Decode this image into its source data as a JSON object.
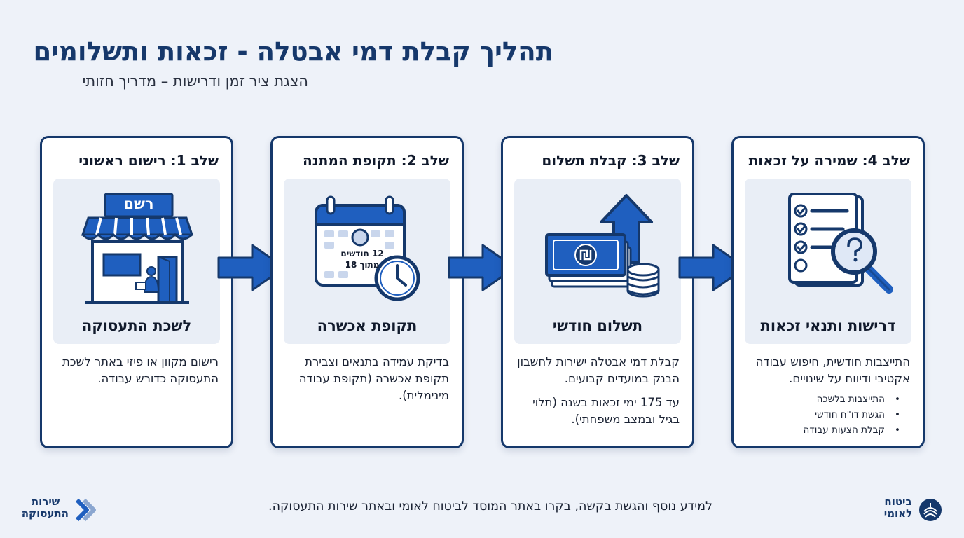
{
  "header": {
    "title": "תהליך קבלת דמי אבטלה - זכאות ותשלומים",
    "subtitle": "הצגת ציר זמן ודרישות – מדריך חזותי"
  },
  "steps": [
    {
      "title": "שלב 1: רישום ראשוני",
      "icon_text": "רשם",
      "label": "לשכת התעסוקה",
      "desc": [
        "רישום מקוון או פיזי באתר לשכת התעסוקה כדורש עבודה."
      ]
    },
    {
      "title": "שלב 2: תקופת המתנה",
      "icon_text_1": "12 חודשים",
      "icon_text_2": "מתוך 18",
      "label": "תקופת אכשרה",
      "desc": [
        "בדיקת עמידה בתנאים וצבירת תקופת אכשרה (תקופת עבודה מינימלית)."
      ]
    },
    {
      "title": "שלב 3: קבלת תשלום",
      "label": "תשלום חודשי",
      "desc": [
        "קבלת דמי אבטלה ישירות לחשבון הבנק במועדים קבועים.",
        "עד 175 ימי זכאות בשנה (תלוי בגיל ובמצב משפחתי)."
      ]
    },
    {
      "title": "שלב 4: שמירה על זכאות",
      "label": "דרישות ותנאי זכאות",
      "desc": [
        "התייצבות חודשית, חיפוש עבודה אקטיבי ודיווח על שינויים."
      ],
      "bullets": [
        "התייצבות בלשכה",
        "הגשת דו\"ח חודשי",
        "קבלת הצעות עבודה"
      ]
    }
  ],
  "footer": {
    "text": "למידע נוסף והגשת בקשה, בקרו באתר המוסד לביטוח לאומי ובאתר שירות התעסוקה."
  },
  "logos": {
    "left_line1": "שירות",
    "left_line2": "התעסוקה",
    "right_line1": "ביטוח",
    "right_line2": "לאומי"
  },
  "colors": {
    "primary": "#15386b",
    "accent": "#1f5fbf",
    "background": "#eef2f9"
  }
}
